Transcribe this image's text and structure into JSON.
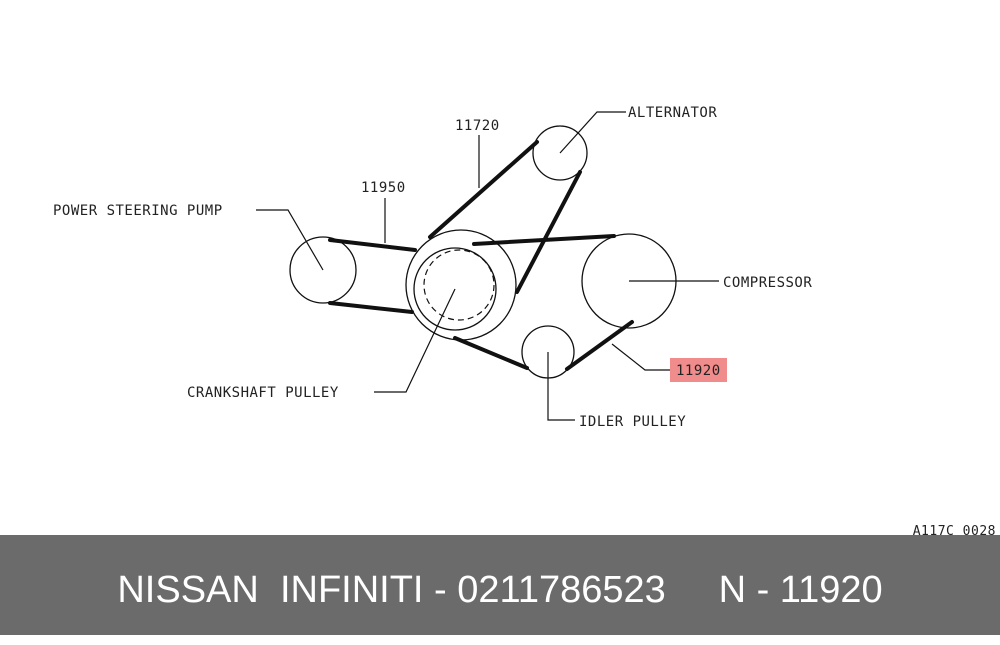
{
  "diagram": {
    "labels": {
      "alternator": "ALTERNATOR",
      "power_steering_pump": "POWER STEERING PUMP",
      "compressor": "COMPRESSOR",
      "crankshaft_pulley": "CRANKSHAFT PULLEY",
      "idler_pulley": "IDLER PULLEY"
    },
    "part_numbers": {
      "alternator_belt": "11720",
      "power_steering_belt": "11950",
      "compressor_belt": "11920"
    },
    "highlight_color": "#f08c8c",
    "figure_code": "A117C 0028"
  },
  "footer": {
    "text": "NISSAN  INFINITI - 0211786523     N - 11920",
    "background": "#6b6b6b"
  }
}
